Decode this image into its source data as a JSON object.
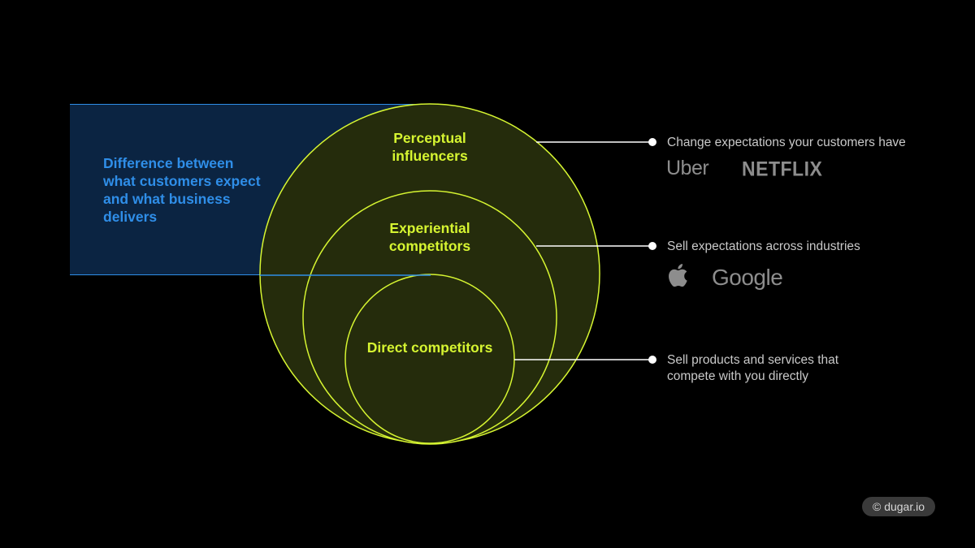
{
  "gap_label": "Difference between what customers expect and what business delivers",
  "circles": {
    "outer": "Perceptual influencers",
    "middle": "Experiential competitors",
    "inner": "Direct competitors"
  },
  "descriptions": {
    "perceptual": "Change expectations your customers have",
    "experiential": "Sell expectations across industries",
    "direct_line1": "Sell products and services that",
    "direct_line2": "compete with you directly"
  },
  "logos": {
    "uber": "Uber",
    "netflix": "NETFLIX",
    "apple": "apple-icon",
    "google": "Google"
  },
  "watermark": "© dugar.io",
  "colors": {
    "background": "#000000",
    "accent_green": "#d6f531",
    "circle_fill": "#252c0c",
    "gap_blue": "#2f8ee8",
    "gap_fill": "#0b2442",
    "text_gray": "#c9c9c9",
    "logo_gray": "#8d8d8d"
  }
}
